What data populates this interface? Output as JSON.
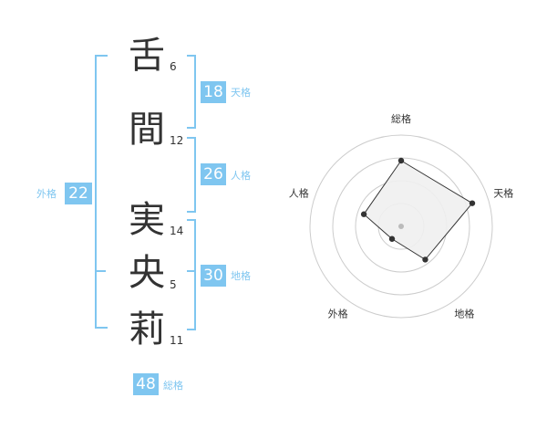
{
  "kanji": [
    {
      "char": "舌",
      "strokes": "6"
    },
    {
      "char": "間",
      "strokes": "12"
    },
    {
      "char": "実",
      "strokes": "14"
    },
    {
      "char": "央",
      "strokes": "5"
    },
    {
      "char": "莉",
      "strokes": "11"
    }
  ],
  "kaku": {
    "tenkaku": {
      "value": "18",
      "label": "天格"
    },
    "jinkaku": {
      "value": "26",
      "label": "人格"
    },
    "chikaku": {
      "value": "30",
      "label": "地格"
    },
    "gaikaku": {
      "value": "22",
      "label": "外格"
    },
    "soukaku": {
      "value": "48",
      "label": "総格"
    }
  },
  "chart_data": {
    "type": "radar",
    "axes": [
      "総格",
      "天格",
      "地格",
      "外格",
      "人格"
    ],
    "values": [
      0.72,
      0.82,
      0.45,
      0.17,
      0.43
    ],
    "rings": 4,
    "accent": "#7fc6f0",
    "fill": "#f0f0f0",
    "line": "#333333"
  }
}
